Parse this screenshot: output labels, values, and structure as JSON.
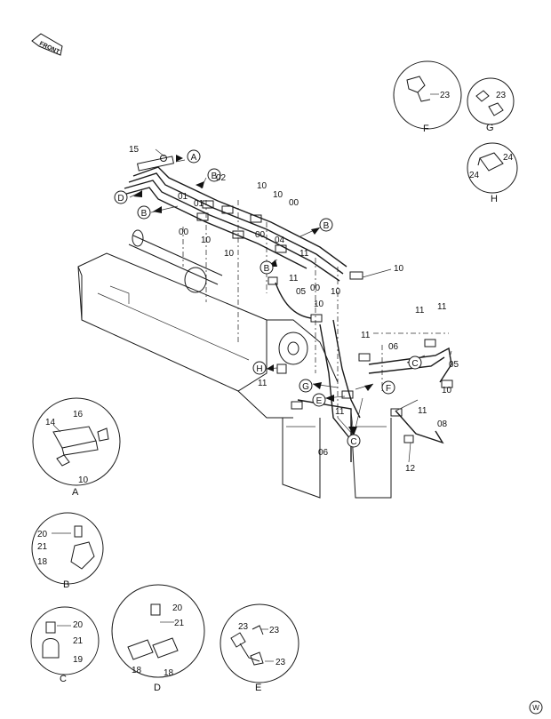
{
  "front_badge": "FRONT",
  "corner_mark": "W",
  "callouts": {
    "A": "A",
    "B": "B",
    "C": "C",
    "D": "D",
    "E": "E",
    "F": "F",
    "G": "G",
    "H": "H"
  },
  "main_parts": {
    "p15": "15",
    "p02": "02",
    "p01a": "01",
    "p01b": "01",
    "p10a": "10",
    "p10b": "10",
    "p10c": "10",
    "p10d": "10",
    "p10e": "10",
    "p10f": "10",
    "p10g": "10",
    "p10h": "10",
    "p00a": "00",
    "p00b": "00",
    "p00c": "00",
    "p00d": "00",
    "p04": "04",
    "p11a": "11",
    "p11b": "11",
    "p11c": "11",
    "p11d": "11",
    "p11e": "11",
    "p11f": "11",
    "p11g": "11",
    "p05a": "05",
    "p05b": "05",
    "p06a": "06",
    "p06b": "06",
    "p08": "08",
    "p12": "12"
  },
  "details": {
    "A": {
      "caption": "A",
      "parts": [
        "14",
        "16",
        "10"
      ]
    },
    "B": {
      "caption": "B",
      "parts": [
        "20",
        "21",
        "18"
      ]
    },
    "C": {
      "caption": "C",
      "parts": [
        "20",
        "21",
        "19"
      ]
    },
    "D": {
      "caption": "D",
      "parts": [
        "20",
        "21",
        "18",
        "18"
      ]
    },
    "E": {
      "caption": "E",
      "parts": [
        "23",
        "23",
        "23"
      ]
    },
    "F": {
      "caption": "F",
      "parts": [
        "23"
      ]
    },
    "G": {
      "caption": "G",
      "parts": [
        "23"
      ]
    },
    "H": {
      "caption": "H",
      "parts": [
        "24",
        "24"
      ]
    }
  }
}
